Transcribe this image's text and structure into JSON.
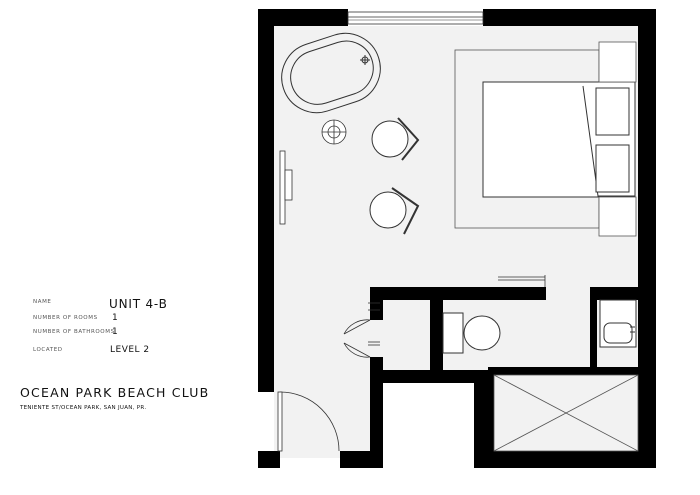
{
  "unit_info": {
    "name_label": "NAME",
    "name_value": "UNIT 4-B",
    "rooms_label": "NUMBER OF ROOMS",
    "rooms_value": "1",
    "bathrooms_label": "NUMBER OF BATHROOMS",
    "bathrooms_value": "1",
    "located_label": "LOCATED",
    "located_value": "LEVEL 2"
  },
  "project": {
    "title": "OCEAN PARK BEACH CLUB",
    "address": "TENIENTE ST/OCEAN PARK, SAN JUAN, PR."
  },
  "colors": {
    "wall": "#000000",
    "floor": "#f2f2f2",
    "line": "#555555"
  }
}
